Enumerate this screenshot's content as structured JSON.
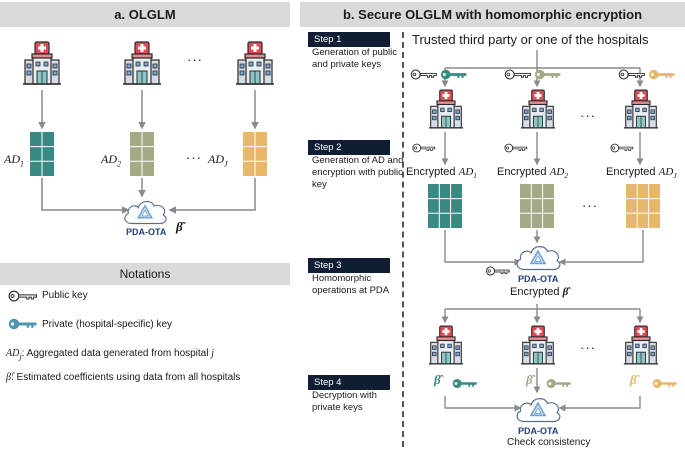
{
  "panel_a": {
    "title": "a. OLGLM",
    "ad_labels": [
      {
        "main": "AD",
        "sub": "1"
      },
      {
        "main": "AD",
        "sub": "2"
      },
      {
        "main": "AD",
        "sub": "J"
      }
    ],
    "ellipsis": "···",
    "pda_label": "PDA-OTA",
    "beta": "β̂"
  },
  "notations": {
    "title": "Notations",
    "public_key": "Public key",
    "private_key": "Private (hospital-specific) key",
    "ad_prefix": "AD",
    "ad_sub": "j",
    "ad_text": ": Aggregated data generated from hospital ",
    "ad_j": "j",
    "beta_symbol": "β̂",
    "beta_text": ": Estimated coefficients using data from all hospitals"
  },
  "panel_b": {
    "title": "b. Secure OLGLM with homomorphic encryption",
    "trusted_party": "Trusted third party or one of the hospitals",
    "steps": [
      {
        "label": "Step 1",
        "desc": "Generation of public and private keys"
      },
      {
        "label": "Step 2",
        "desc": "Generation of AD and encryption with public key"
      },
      {
        "label": "Step 3",
        "desc": "Homomorphic operations at PDA"
      },
      {
        "label": "Step 4",
        "desc": "Decryption with private keys"
      }
    ],
    "encrypted_prefix": "Encrypted ",
    "encrypted_ad": [
      {
        "main": "AD",
        "sub": "1"
      },
      {
        "main": "AD",
        "sub": "2"
      },
      {
        "main": "AD",
        "sub": "J"
      }
    ],
    "encrypted_beta_prefix": "Encrypted ",
    "encrypted_beta": "β̂",
    "pda_label": "PDA-OTA",
    "check": "Check consistency",
    "ellipsis": "···",
    "beta": "β̂"
  },
  "colors": {
    "teal": "#3a8a84",
    "olive": "#a3ab86",
    "gold": "#e7b86a",
    "header_gray": "#d9d9d9",
    "step_navy": "#0f1e33",
    "private_key_blue": "#4f95b3",
    "pda_blue": "#1f3f7a"
  }
}
